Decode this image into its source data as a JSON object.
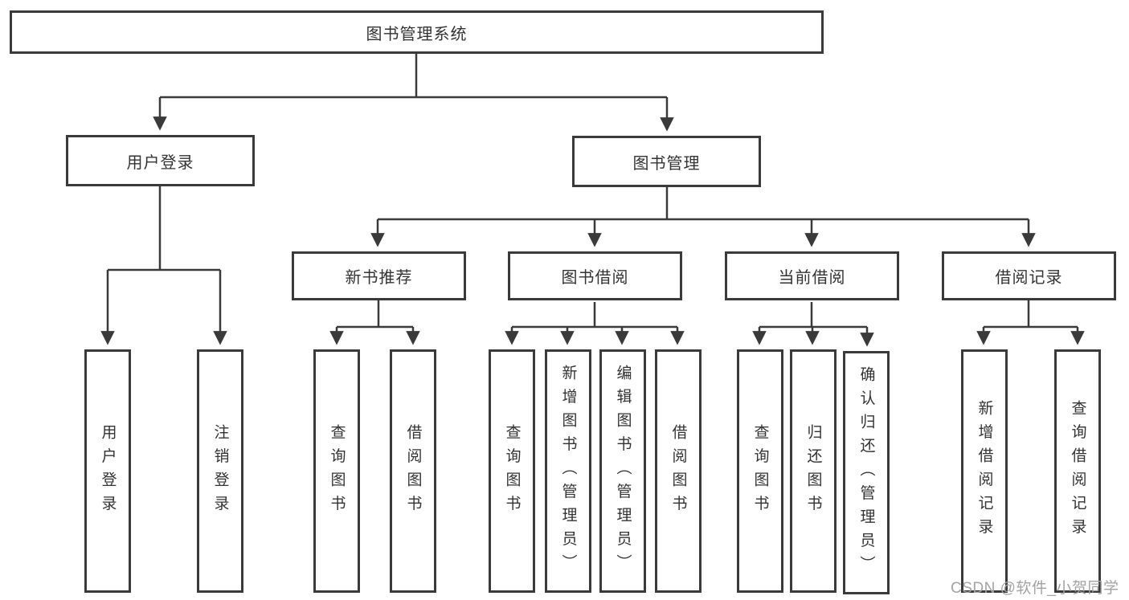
{
  "diagram": {
    "root": {
      "label": "图书管理系统"
    },
    "user_login": {
      "label": "用户登录",
      "children": [
        {
          "label": "用户登录"
        },
        {
          "label": "注销登录"
        }
      ]
    },
    "book_mgmt": {
      "label": "图书管理"
    },
    "new_books": {
      "label": "新书推荐",
      "children": [
        {
          "label": "查询图书"
        },
        {
          "label": "借阅图书"
        }
      ]
    },
    "book_borrow": {
      "label": "图书借阅",
      "children": [
        {
          "label": "查询图书"
        },
        {
          "label": "新增图书（管理员）"
        },
        {
          "label": "编辑图书（管理员）"
        },
        {
          "label": "借阅图书"
        }
      ]
    },
    "current_borrow": {
      "label": "当前借阅",
      "children": [
        {
          "label": "查询图书"
        },
        {
          "label": "归还图书"
        },
        {
          "label": "确认归还（管理员）"
        }
      ]
    },
    "borrow_records": {
      "label": "借阅记录",
      "children": [
        {
          "label": "新增借阅记录"
        },
        {
          "label": "查询借阅记录"
        }
      ]
    }
  },
  "watermark": {
    "text": "CSDN @软件_小贺同学"
  },
  "colors": {
    "line": "#3a3a3a",
    "text": "#333333",
    "watermark": "#a3a3a3",
    "background": "#ffffff"
  }
}
